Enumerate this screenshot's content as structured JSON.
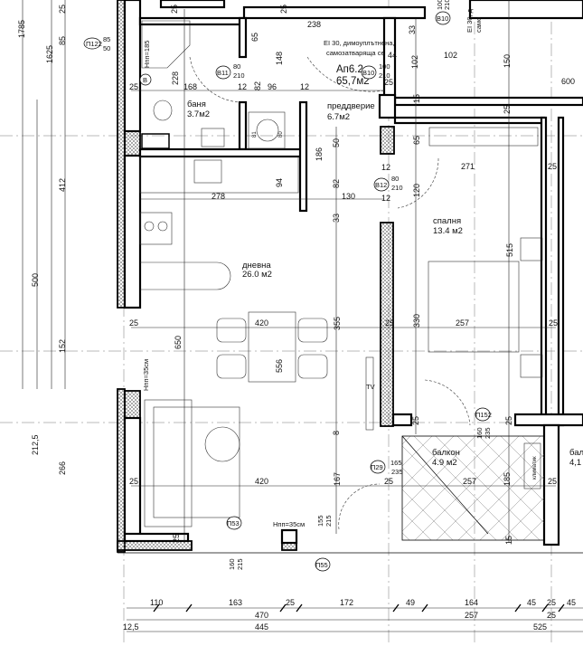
{
  "apartment": {
    "id": "Ап6.2",
    "area": "65,7м2"
  },
  "fire_door_note": {
    "line1": "EI 30, димоуплътнена,",
    "line2": "самозатваряща се",
    "side_line1": "EI 30, д",
    "side_line2": "само"
  },
  "rooms": {
    "bathroom": {
      "name": "баня",
      "area": "3.7м2"
    },
    "hall": {
      "name": "преддверие",
      "area": "6.7м2"
    },
    "living": {
      "name": "дневна",
      "area": "26.0 м2"
    },
    "bedroom": {
      "name": "спалня",
      "area": "13.4 м2"
    },
    "balcony": {
      "name": "балкон",
      "area": "4.9 м2"
    },
    "balcony_next": {
      "name": "бал",
      "area": "4,1"
    }
  },
  "labels": {
    "shower_height": "Нпп=185",
    "sill_left": "Нпп=35см",
    "sill_bottom": "Нпп=35см",
    "tv": "TV",
    "ac": "климатик",
    "shaft_a": "81",
    "shaft_b": "80"
  },
  "doors": {
    "P122": {
      "tag": "П122",
      "w": "85",
      "h": "50"
    },
    "B11": {
      "tag": "B11",
      "w": "80",
      "h": "210"
    },
    "B10": {
      "tag": "B10",
      "w": "100",
      "h": "210"
    },
    "B10_top": {
      "tag": "B10",
      "w": "100",
      "h": "210"
    },
    "B12": {
      "tag": "B12",
      "w": "80",
      "h": "210"
    },
    "B": {
      "tag": "B"
    },
    "P152": {
      "tag": "П152",
      "w": "160",
      "h": "235"
    },
    "P29": {
      "tag": "П29",
      "w": "165",
      "h": "235"
    },
    "P53": {
      "tag": "П53",
      "w": "160",
      "h": "215"
    },
    "P55": {
      "tag": "П55",
      "w": "155",
      "h": "215"
    }
  },
  "dims": {
    "top": [
      "25",
      "25",
      "238",
      "65",
      "148",
      "82",
      "228",
      "168",
      "12",
      "96",
      "12",
      "25",
      "33",
      "44",
      "102",
      "102",
      "150",
      "25",
      "600",
      "15",
      "25",
      "65",
      "50",
      "186",
      "82",
      "94",
      "278",
      "130",
      "12",
      "12",
      "120",
      "271",
      "25",
      "33"
    ],
    "middle": [
      "515",
      "25",
      "420",
      "355",
      "25",
      "330",
      "257",
      "25",
      "650",
      "556"
    ],
    "lower": [
      "8",
      "25",
      "25",
      "25",
      "257",
      "185",
      "25",
      "25",
      "420",
      "167",
      "25",
      "15"
    ],
    "bottom_row1": [
      "110",
      "163",
      "25",
      "172",
      "49",
      "164",
      "45",
      "25",
      "45"
    ],
    "bottom_row2": [
      "470",
      "257",
      "25"
    ],
    "bottom_row3": [
      "12,5",
      "445",
      "525"
    ],
    "left": [
      "1785",
      "1625",
      "25",
      "85",
      "412",
      "500",
      "152",
      "212,5",
      "266"
    ]
  }
}
